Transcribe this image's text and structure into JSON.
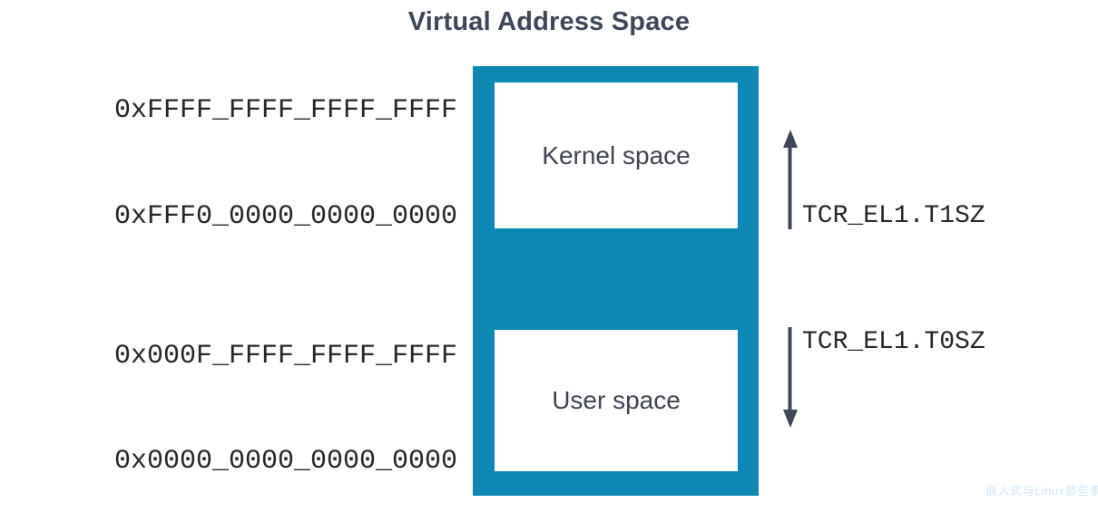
{
  "title": "Virtual Address Space",
  "colors": {
    "title_text": "#3d4758",
    "block_fill": "#0d88b4",
    "region_fill": "#ffffff",
    "region_text": "#3f4450",
    "address_text": "#262626",
    "arrow": "#3d4758",
    "watermark": "#cfe7f7",
    "background": "#ffffff"
  },
  "addresses": [
    {
      "value": "0xFFFF_FFFF_FFFF_FFFF"
    },
    {
      "value": "0xFFF0_0000_0000_0000"
    },
    {
      "value": "0x000F_FFFF_FFFF_FFFF"
    },
    {
      "value": "0x0000_0000_0000_0000"
    }
  ],
  "regions": [
    {
      "label": "Kernel space"
    },
    {
      "label": "User space"
    }
  ],
  "annotations": [
    {
      "label": "TCR_EL1.T1SZ",
      "arrow": "up-arrow"
    },
    {
      "label": "TCR_EL1.T0SZ",
      "arrow": "down-arrow"
    }
  ],
  "watermark": "嵌入式与Linux那些事"
}
